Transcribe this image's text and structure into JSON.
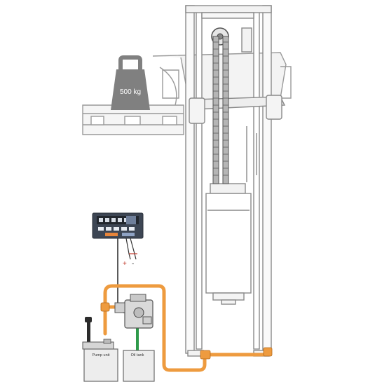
{
  "load": {
    "weight_label": "500 kg"
  },
  "pump_unit": {
    "label": "Pump unit"
  },
  "oil_tank": {
    "label": "Oil tank"
  },
  "power": {
    "plus": "+",
    "minus": "-"
  },
  "colors": {
    "hydraulic_line": "#ee9b3f",
    "oil_return_line": "#2e9a4a",
    "cable": "#333333",
    "mast_outline": "#8a8a8a",
    "load_weight": "#808080",
    "display_unit": "#3d4654"
  }
}
